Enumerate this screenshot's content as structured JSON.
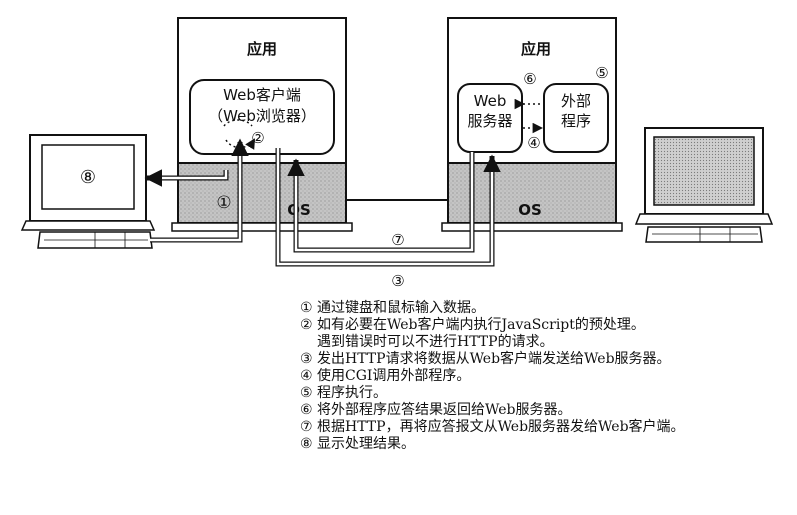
{
  "left_server": {
    "app_label": "应用",
    "client_label": "Web客户端",
    "browser_label": "（Web浏览器）",
    "os_label": "OS"
  },
  "right_server": {
    "app_label": "应用",
    "web_server_label_line1": "Web",
    "web_server_label_line2": "服务器",
    "external_label_line1": "外部",
    "external_label_line2": "程序",
    "os_label": "OS"
  },
  "left_monitor_label": "⑧",
  "markers": {
    "m1": "①",
    "m2": "②",
    "m3": "③",
    "m4": "④",
    "m5": "⑤",
    "m6": "⑥",
    "m7": "⑦"
  },
  "steps": [
    {
      "num": "①",
      "text": "通过键盘和鼠标输入数据。"
    },
    {
      "num": "②",
      "text": "如有必要在Web客户端内执行JavaScript的预处理。"
    },
    {
      "num": "",
      "text": "遇到错误时可以不进行HTTP的请求。"
    },
    {
      "num": "③",
      "text": "发出HTTP请求将数据从Web客户端发送给Web服务器。"
    },
    {
      "num": "④",
      "text": "使用CGI调用外部程序。"
    },
    {
      "num": "⑤",
      "text": "程序执行。"
    },
    {
      "num": "⑥",
      "text": "将外部程序应答结果返回给Web服务器。"
    },
    {
      "num": "⑦",
      "text": "根据HTTP，再将应答报文从Web服务器发给Web客户端。"
    },
    {
      "num": "⑧",
      "text": "显示处理结果。"
    }
  ],
  "colors": {
    "os_fill": "#bdbdbd",
    "line": "#111111",
    "monitor_screen": "#cfcfcf"
  }
}
